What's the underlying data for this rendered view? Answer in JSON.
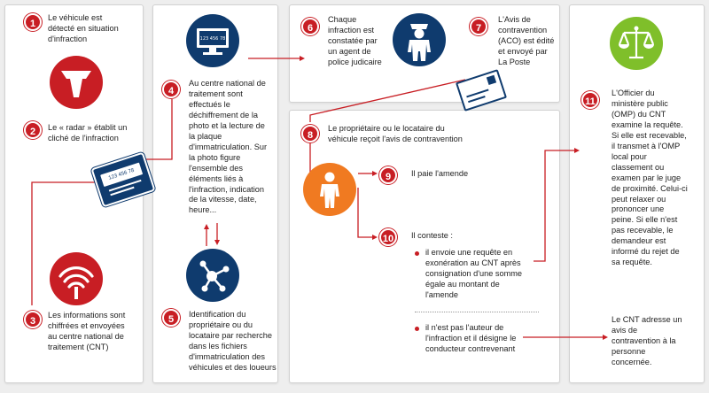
{
  "colors": {
    "accent": "#c81e24",
    "navy": "#0f3b6e",
    "orange": "#f07a21",
    "green": "#7fbf2a"
  },
  "icons": [
    "radar-icon",
    "camera-icon",
    "wifi-icon",
    "computer-icon",
    "network-icon",
    "officer-icon",
    "envelope-icon",
    "person-icon",
    "balance-scale-icon"
  ],
  "steps": {
    "s1": {
      "num": "1",
      "lines": [
        "Le véhicule est",
        "détecté en situation",
        "d'infraction"
      ]
    },
    "s2": {
      "num": "2",
      "lines": [
        "Le « radar » établit un",
        "cliché de l'infraction"
      ]
    },
    "s3": {
      "num": "3",
      "lines": [
        "Les informations sont",
        "chiffrées et envoyées",
        "au centre national de",
        "traitement (CNT)"
      ]
    },
    "s4": {
      "num": "4",
      "lines": [
        "Au centre national de",
        "traitement sont",
        "effectués le",
        "déchiffrement de la",
        "photo et la lecture de",
        "la plaque",
        "d'immatriculation. Sur",
        "la photo figure",
        "l'ensemble des",
        "éléments liés à",
        "l'infraction, indication",
        "de la vitesse, date,",
        "heure..."
      ]
    },
    "s5": {
      "num": "5",
      "lines": [
        "Identification du",
        "propriétaire ou du",
        "locataire par recherche",
        "dans les fichiers",
        "d'immatriculation des",
        "véhicules et des loueurs"
      ]
    },
    "s6": {
      "num": "6",
      "lines": [
        "Chaque",
        "infraction est",
        "constatée par",
        "un agent de",
        "police judicaire"
      ]
    },
    "s7": {
      "num": "7",
      "lines": [
        "L'Avis de",
        "contravention",
        "(ACO) est édité",
        "et envoyé par",
        "La Poste"
      ]
    },
    "s8": {
      "num": "8",
      "lines": [
        "Le propriétaire ou le locataire du",
        "véhicule reçoit l'avis de contravention"
      ]
    },
    "s9": {
      "num": "9",
      "lines": [
        "Il paie l'amende"
      ]
    },
    "s10": {
      "num": "10",
      "lines": [
        "Il conteste :"
      ]
    },
    "s11": {
      "num": "11",
      "lines": [
        "L'Officier du",
        "ministère public",
        "(OMP) du CNT",
        "examine la requête.",
        "Si elle est recevable,",
        "il transmet à l'OMP",
        "local pour",
        "classement  ou",
        "examen par le juge",
        "de proximité. Celui-ci",
        "peut relaxer ou",
        "prononcer une",
        "peine. Si elle n'est",
        "pas recevable, le",
        "demandeur est",
        "informé du rejet de",
        "sa requête."
      ]
    }
  },
  "bullets": {
    "b1": [
      "il envoie une requête en",
      "exonération au CNT après",
      "consignation d'une somme",
      "égale au montant de",
      "l'amende"
    ],
    "b2": [
      "il n'est pas l'auteur de",
      "l'infraction et il désigne le",
      "conducteur contrevenant"
    ]
  },
  "final": {
    "lines": [
      "Le CNT adresse un",
      "avis de",
      "contravention à la",
      "personne",
      "concernée."
    ]
  },
  "plate_text": "123 456 78"
}
